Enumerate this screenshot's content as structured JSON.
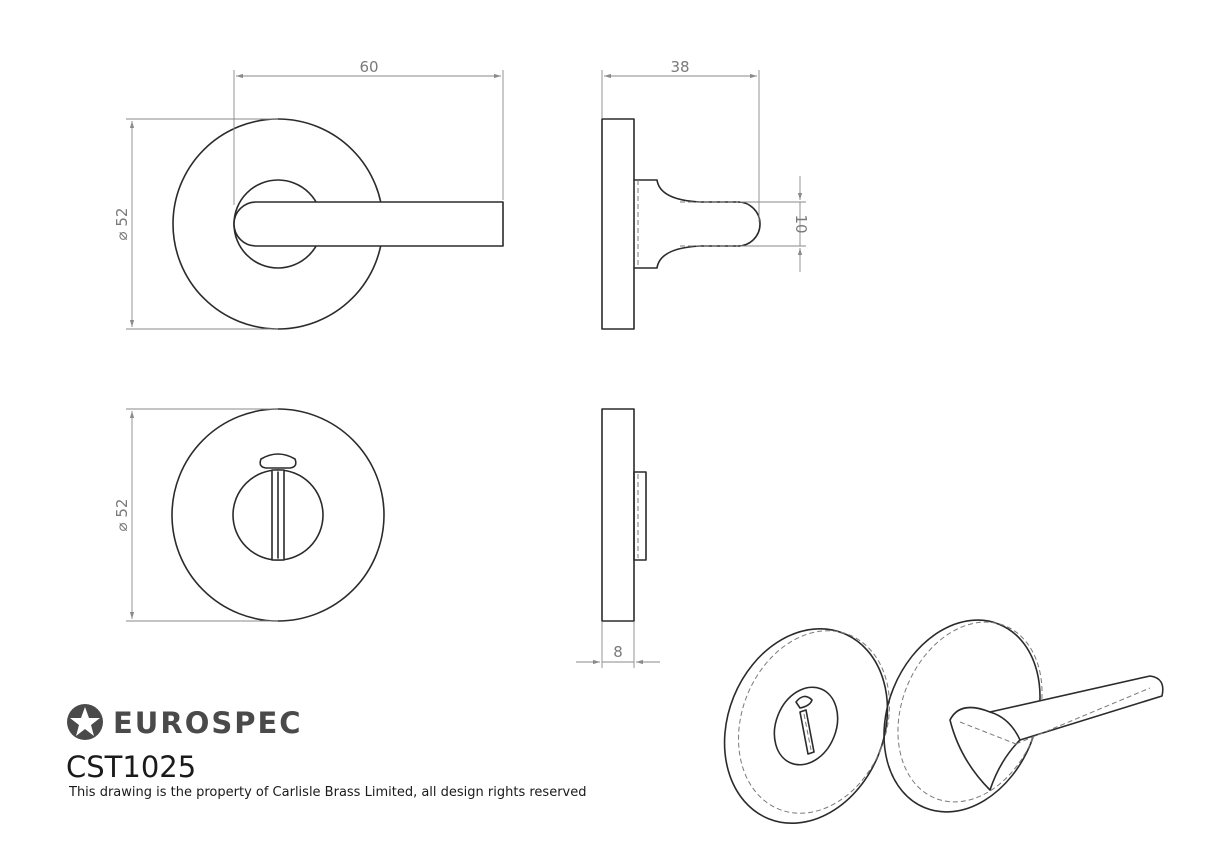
{
  "dimensions": {
    "handle_width": "60",
    "rose_diameter_top": "⌀ 52",
    "projection": "38",
    "lever_thickness": "10",
    "rose_diameter_bottom": "⌀ 52",
    "rose_depth": "8"
  },
  "brand": {
    "name": "EUROSPEC",
    "icon": "star-badge-icon"
  },
  "product_code": "CST1025",
  "footer_text": "This drawing is the property of Carlisle Brass Limited, all design rights reserved",
  "colors": {
    "line": "#2b2b2b",
    "dimension": "#8a8a8a",
    "brand": "#4a4a4a"
  }
}
